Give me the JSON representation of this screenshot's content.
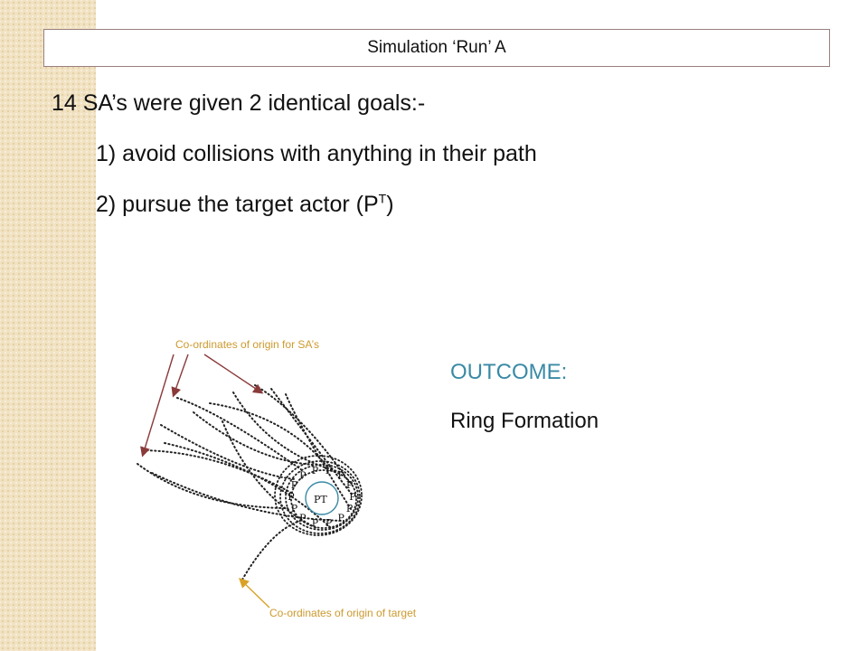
{
  "slide": {
    "title": "Simulation ‘Run’ A",
    "line1": "14 SA’s were given 2 identical goals:-",
    "line2": "1) avoid collisions with anything in their path",
    "line3_main": "2) pursue the target actor (P",
    "line3_sup": "T",
    "line3_end": ")",
    "outcome_label": "OUTCOME:",
    "outcome_value": "Ring Formation"
  },
  "diagram": {
    "annotation_origin_sas": "Co-ordinates of origin for SA’s",
    "annotation_origin_target": "Co-ordinates of origin of target",
    "target_label": "PT",
    "agent_label": "P",
    "agent_count": 14,
    "colors": {
      "arrow": "#8b3a3a",
      "target_arrow": "#d9a227",
      "target_ring": "#3a8aa5",
      "annotation": "#cc9a2e"
    }
  }
}
